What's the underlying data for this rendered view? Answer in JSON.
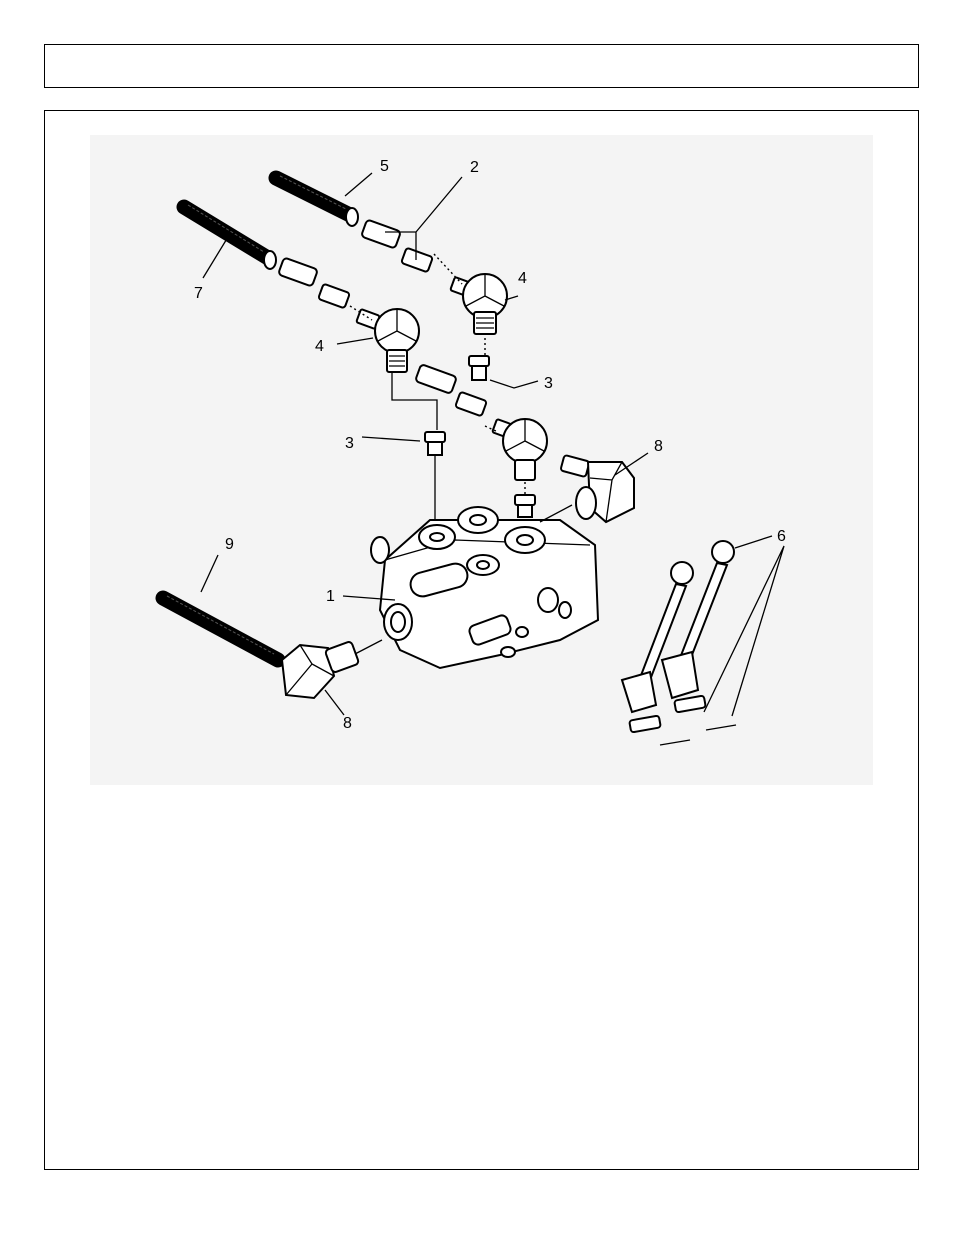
{
  "header": {
    "title": ""
  },
  "callouts": {
    "c1": "1",
    "c2": "2",
    "c3a": "3",
    "c3b": "3",
    "c4a": "4",
    "c4b": "4",
    "c5": "5",
    "c6": "6",
    "c7": "7",
    "c8a": "8",
    "c8b": "8",
    "c9": "9"
  }
}
